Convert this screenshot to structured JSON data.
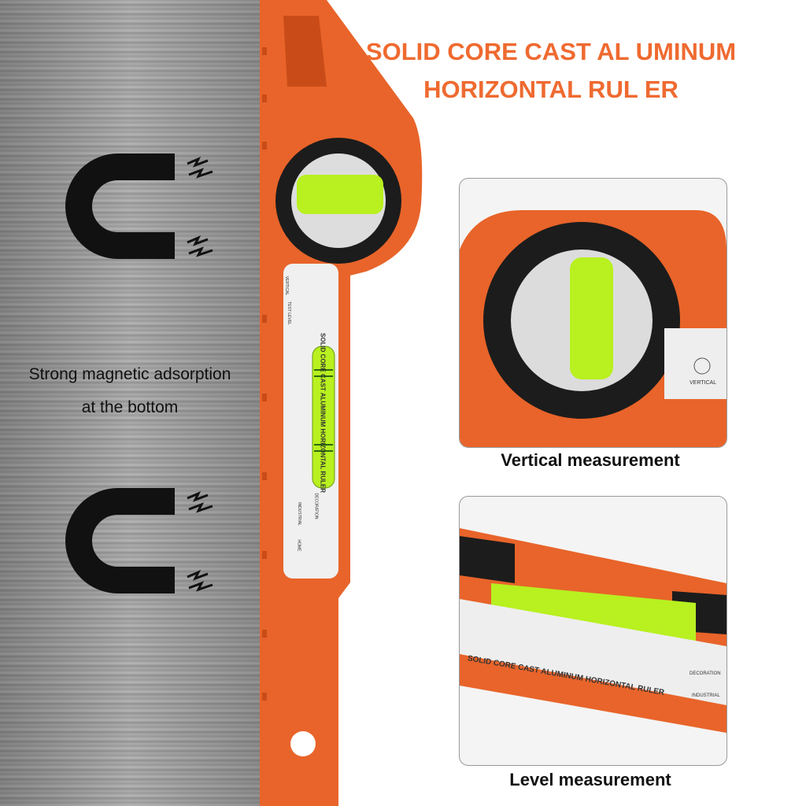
{
  "title": {
    "line1": "SOLID CORE CAST AL UMINUM",
    "line2": "HORIZONTAL RUL ER"
  },
  "left_caption": {
    "line1": "Strong magnetic adsorption",
    "line2": "at the bottom"
  },
  "panels": [
    {
      "caption": "Vertical measurement",
      "label": "VERTICAL"
    },
    {
      "caption": "Level measurement",
      "label": "SOLID CORE CAST ALUMINUM HORIZONTAL RULER",
      "icons": [
        "DECORATION",
        "INDUSTRIAL"
      ]
    }
  ],
  "ruler": {
    "label": "SOLID CORE CAST ALUMINUM HORIZONTAL RULER",
    "icon_labels": [
      "VERTICAL",
      "TEST LEVEL",
      "DECORATION",
      "INDUSTRIAL",
      "HOME"
    ]
  },
  "colors": {
    "accent": "#ef6a30",
    "tool_orange": "#e8642a",
    "bubble": "#b8f020"
  },
  "icons": [
    "magnet-icon",
    "lightning-icon"
  ]
}
